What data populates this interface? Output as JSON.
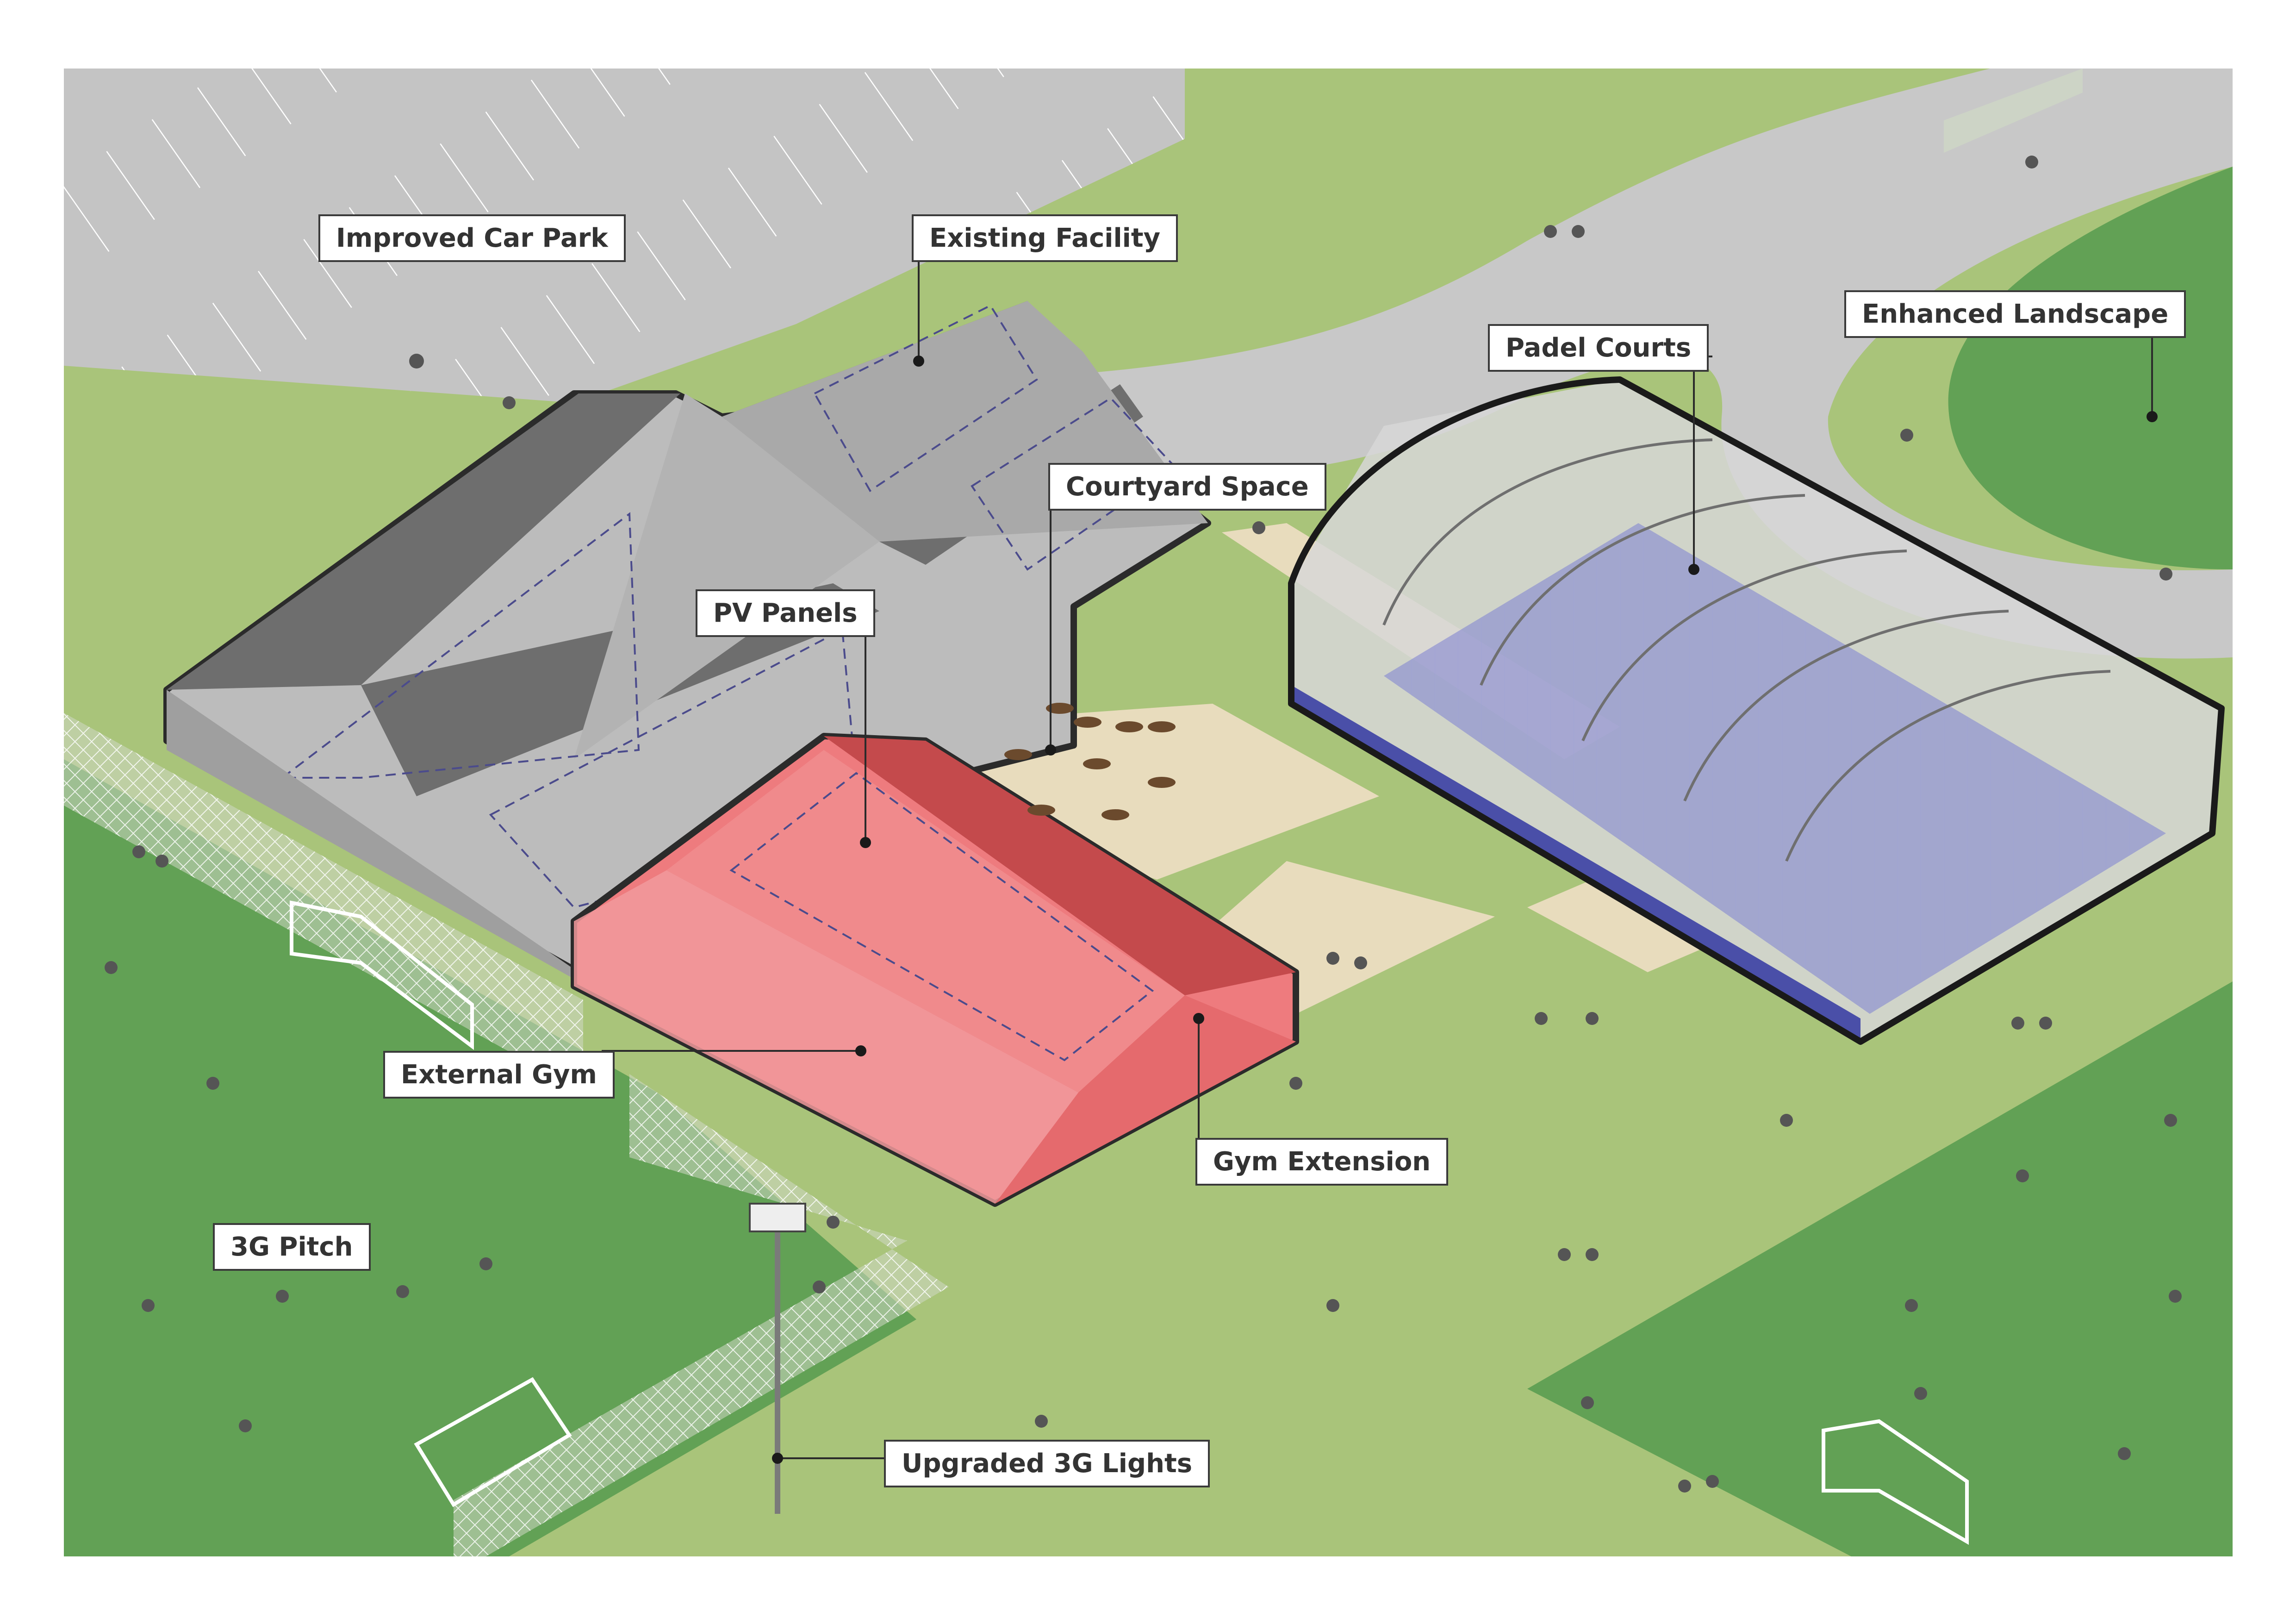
{
  "labels": {
    "car_park": "Improved Car Park",
    "existing_facility": "Existing Facility",
    "enhanced_landscape": "Enhanced Landscape",
    "padel_courts": "Padel Courts",
    "courtyard_space": "Courtyard Space",
    "pv_panels": "PV Panels",
    "external_gym": "External Gym",
    "gym_extension": "Gym Extension",
    "pitch_3g": "3G Pitch",
    "lights_3g": "Upgraded 3G Lights"
  },
  "colors": {
    "grass_light": "#a9c47a",
    "grass_dark": "#62a155",
    "tarmac": "#c8c8c8",
    "roof_grey": "#bcbcbc",
    "roof_dark": "#6e6e6e",
    "gym_red": "#ee7b7e",
    "gym_red_dark": "#c44a4c",
    "courtyard": "#e8dcbd",
    "court_blue": "#6f72c9",
    "leader": "#2b2b2b"
  }
}
